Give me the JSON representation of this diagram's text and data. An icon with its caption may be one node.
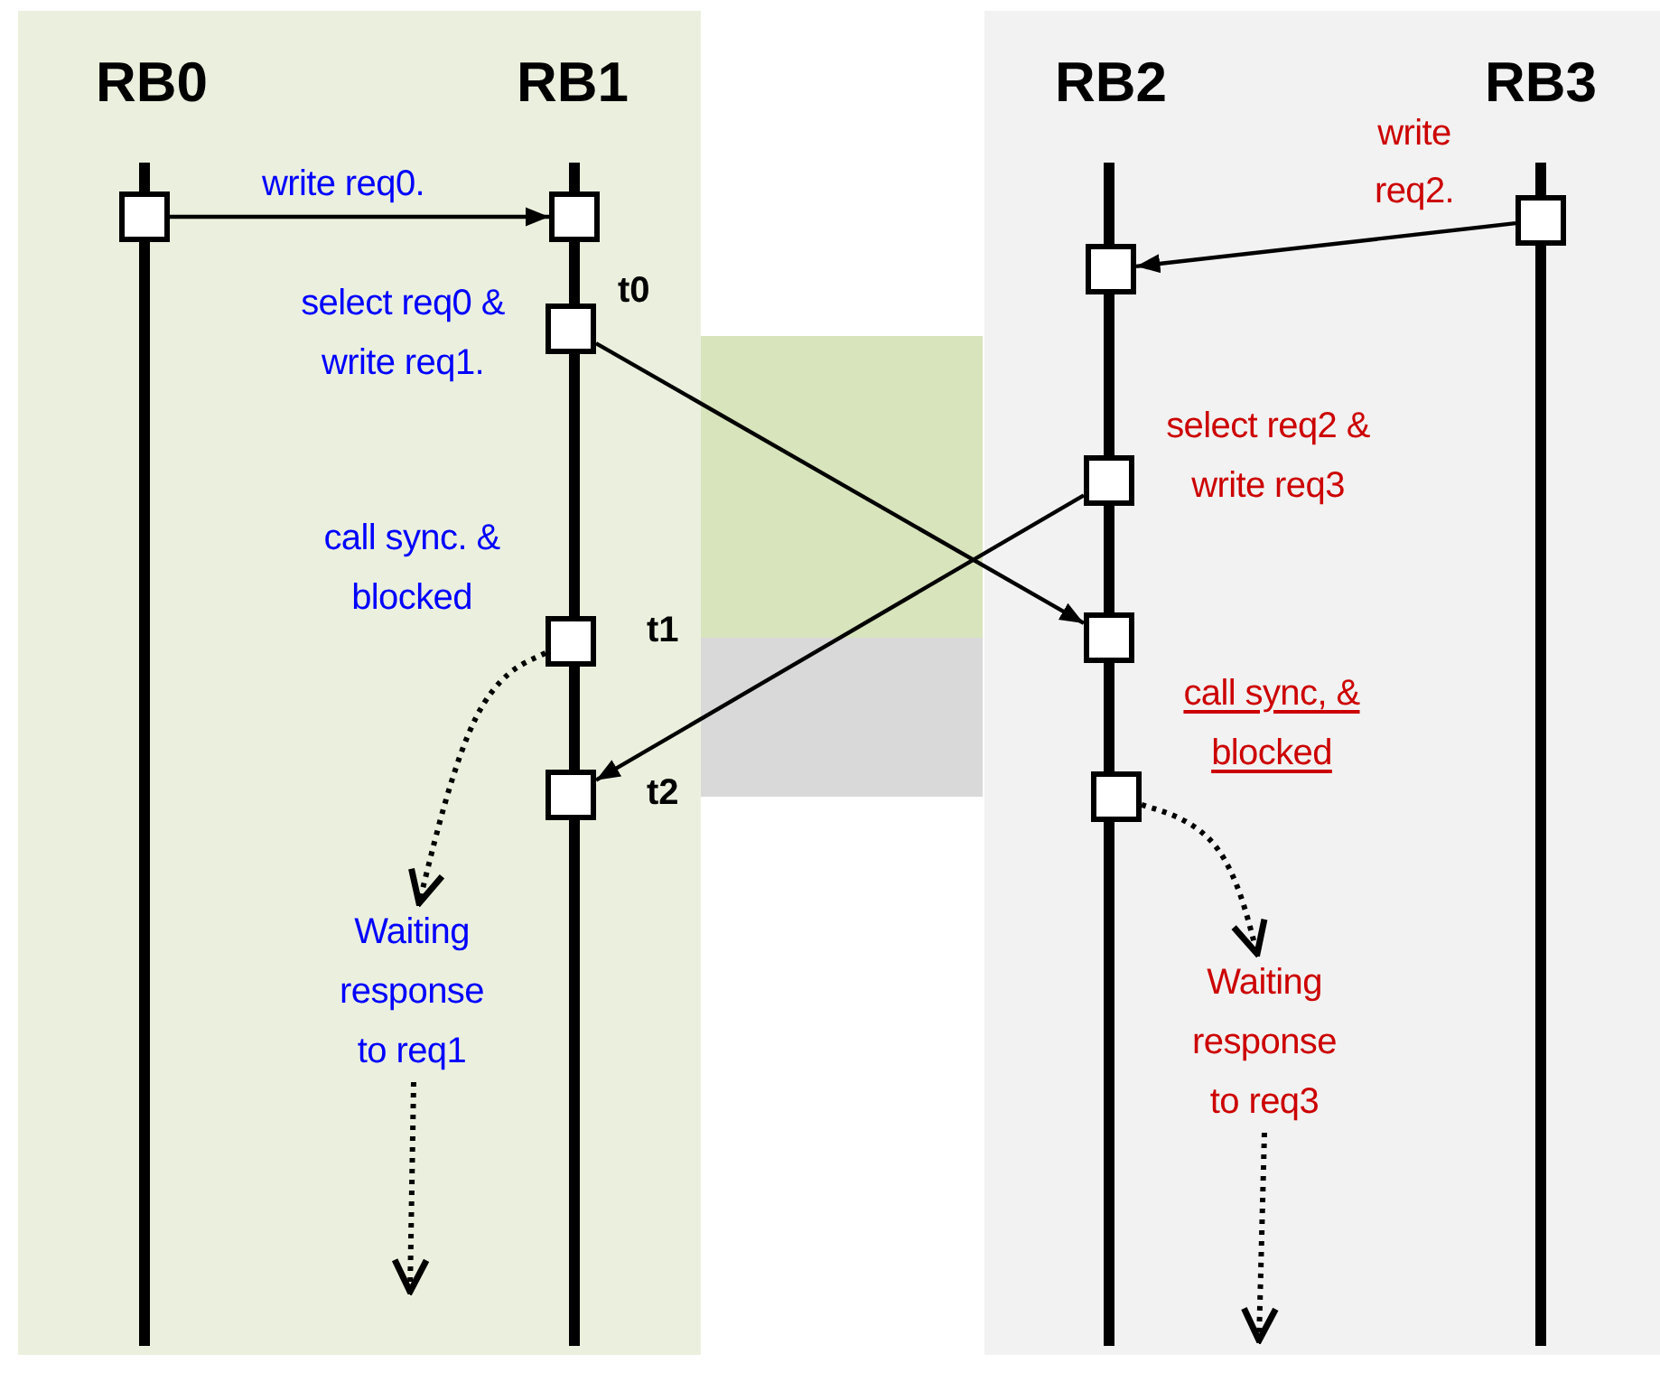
{
  "diagram": {
    "nodes": [
      {
        "text": [],
        "shape": "box"
      },
      {
        "text": [],
        "shape": "box"
      },
      {
        "text": [],
        "shape": "box",
        "beside": [
          "select req0 & write req1.",
          "t0"
        ]
      },
      {
        "text": [],
        "shape": "box",
        "beside": [
          "call sync. & blocked",
          "t1"
        ]
      },
      {
        "text": [],
        "shape": "box",
        "beside": [
          "t2"
        ]
      },
      {
        "text": [],
        "shape": "box"
      },
      {
        "text": [],
        "shape": "box",
        "beside": [
          "select req2 & write req3"
        ]
      },
      {
        "text": [],
        "shape": "box"
      },
      {
        "text": [],
        "shape": "box",
        "beside": [
          "call sync, & blocked"
        ]
      },
      {
        "text": [],
        "shape": "box"
      },
      {
        "text": [
          "Waiting response to req1"
        ]
      },
      {
        "text": [
          "Waiting response to req3"
        ]
      }
    ],
    "edges": [
      {
        "from": 0,
        "to": 1,
        "arrow": "to",
        "label": "write req0."
      },
      {
        "from": 9,
        "to": 5,
        "arrow": "to",
        "label": "write req2."
      },
      {
        "from": 2,
        "to": 7,
        "arrow": "to"
      },
      {
        "from": 6,
        "to": 4,
        "arrow": "to"
      },
      {
        "from": 3,
        "to": 10,
        "arrow": "to",
        "style": "dashed"
      },
      {
        "from": 8,
        "to": 11,
        "arrow": "to",
        "style": "dashed"
      },
      {
        "from": 10,
        "to": null,
        "arrow": "to",
        "style": "dashed"
      },
      {
        "from": 11,
        "to": null,
        "arrow": "to",
        "style": "dashed"
      }
    ],
    "labels": [
      "RB0",
      "RB1",
      "RB2",
      "RB3"
    ]
  }
}
